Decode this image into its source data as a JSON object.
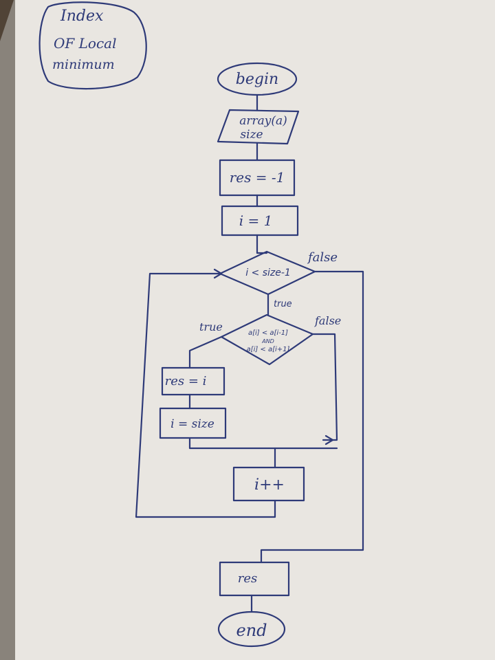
{
  "title_lines": [
    "Index",
    "OF Local",
    "minimum"
  ],
  "nodes": {
    "begin": "begin",
    "input_line1": "array(a)",
    "input_line2": "size",
    "init_res": "res = -1",
    "init_i": "i = 1",
    "loop_condition": "i < size-1",
    "inner_condition_line1": "a[i] < a[i-1]",
    "inner_condition_line2": "AND",
    "inner_condition_line3": "a[i] < a[i+1]",
    "assign_res": "res = i",
    "assign_i": "i = size",
    "increment": "i++",
    "output": "res",
    "end": "end"
  },
  "edge_labels": {
    "loop_false": "false",
    "loop_true": "true",
    "inner_true": "true",
    "inner_false": "false"
  },
  "colors": {
    "ink": "#2e3a78",
    "paper": "#e9e6e1",
    "background": "#6b5a47"
  }
}
